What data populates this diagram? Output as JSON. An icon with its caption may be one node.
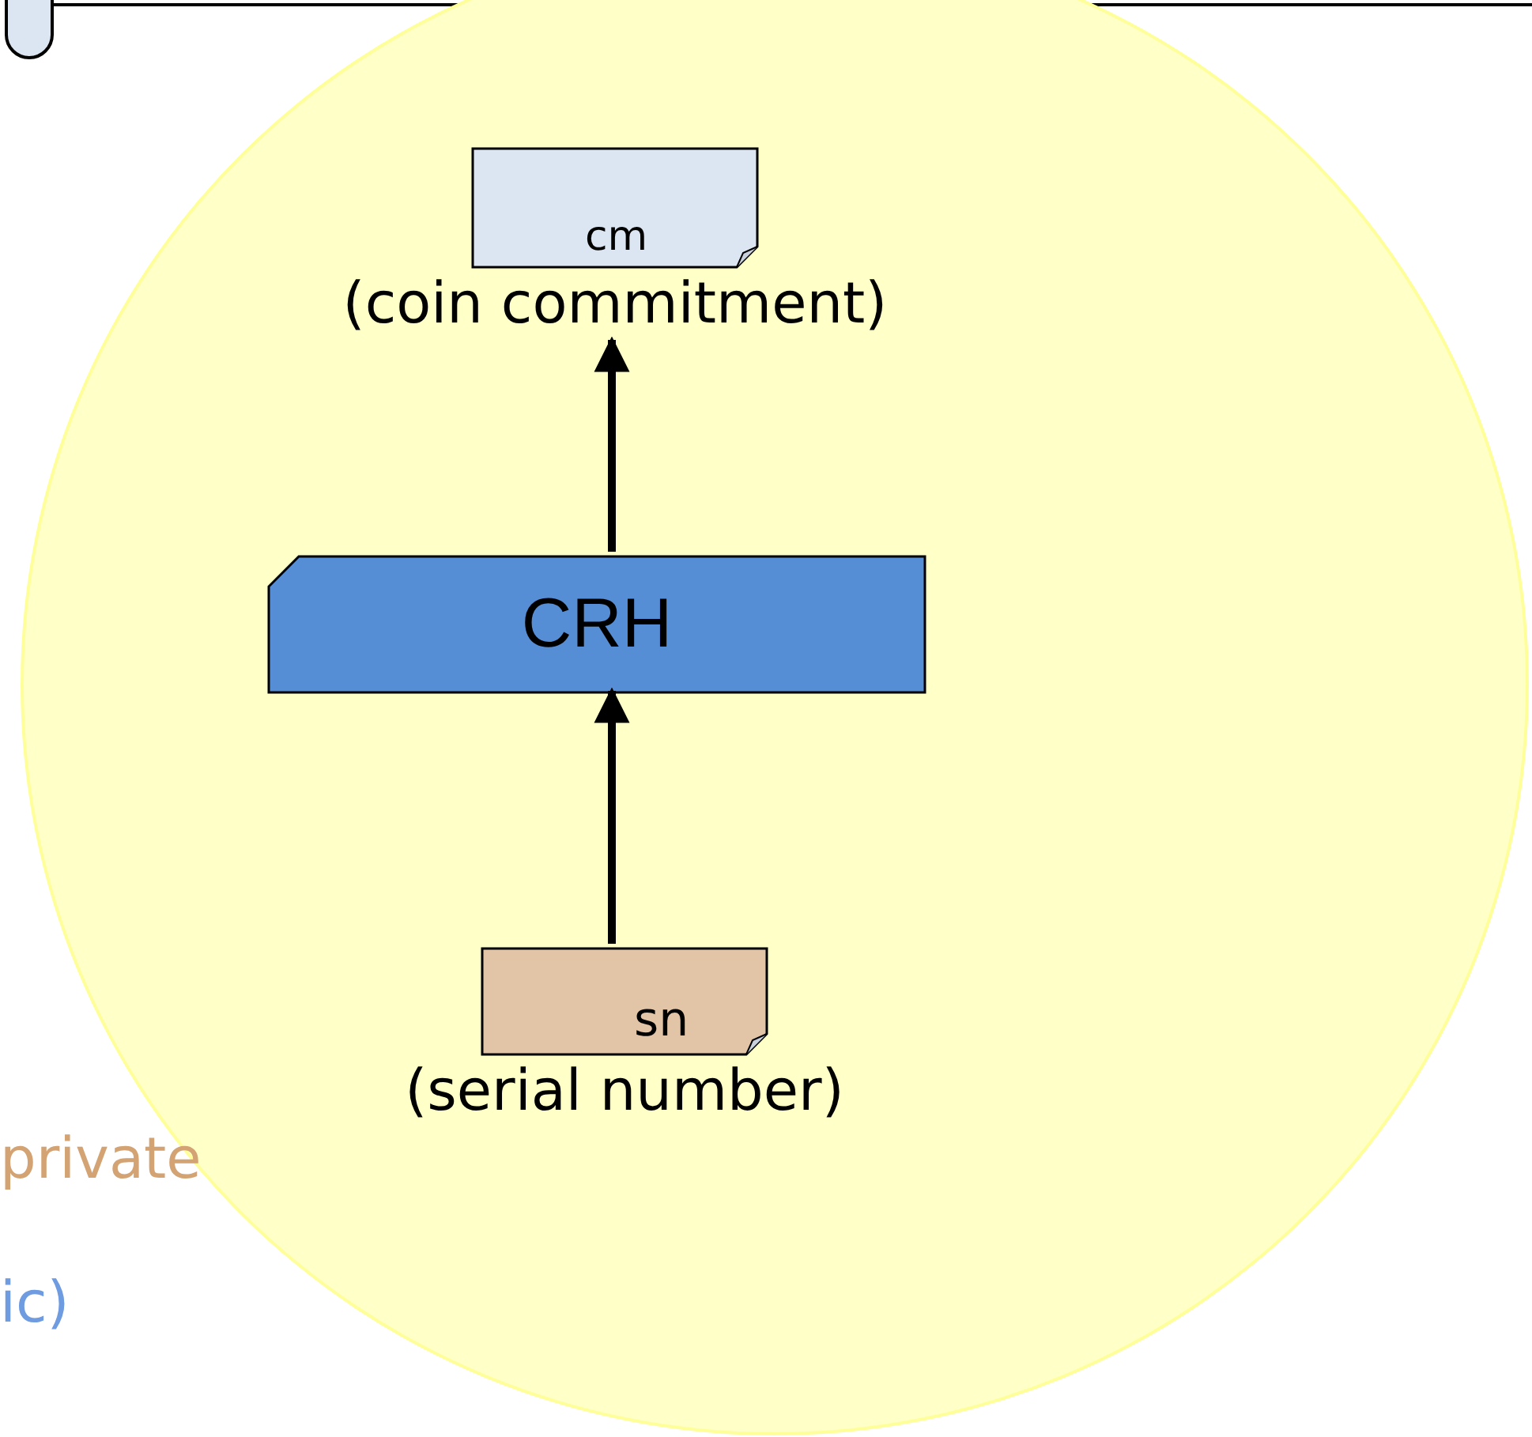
{
  "diagram": {
    "nodes": [
      {
        "text": [],
        "shape": "circle"
      },
      {
        "text": [
          "cm"
        ],
        "beside": [
          "(coin commitment)"
        ],
        "in": 0
      },
      {
        "text": [
          "CRH"
        ],
        "in": 0
      },
      {
        "text": [
          "sn"
        ],
        "beside": [
          "(serial number)"
        ],
        "in": 0
      }
    ],
    "edges": [
      {
        "from": 3,
        "to": 2,
        "arrow": "to"
      },
      {
        "from": 2,
        "to": 1,
        "arrow": "to"
      }
    ],
    "labels": [
      "private",
      "ic)"
    ]
  }
}
